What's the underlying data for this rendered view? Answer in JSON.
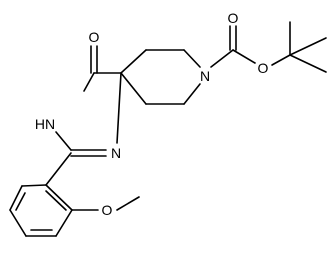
{
  "structure": {
    "atom_labels": {
      "carbonyl_oxygen_ring": "O",
      "amide_nh": "HN",
      "imine_nitrogen": "N",
      "piperidine_nitrogen": "N",
      "carbamate_carbonyl_oxygen": "O",
      "carbamate_ester_oxygen": "O",
      "methoxy_oxygen": "O"
    }
  },
  "colors": {
    "bond": "#000000",
    "background": "#ffffff"
  }
}
